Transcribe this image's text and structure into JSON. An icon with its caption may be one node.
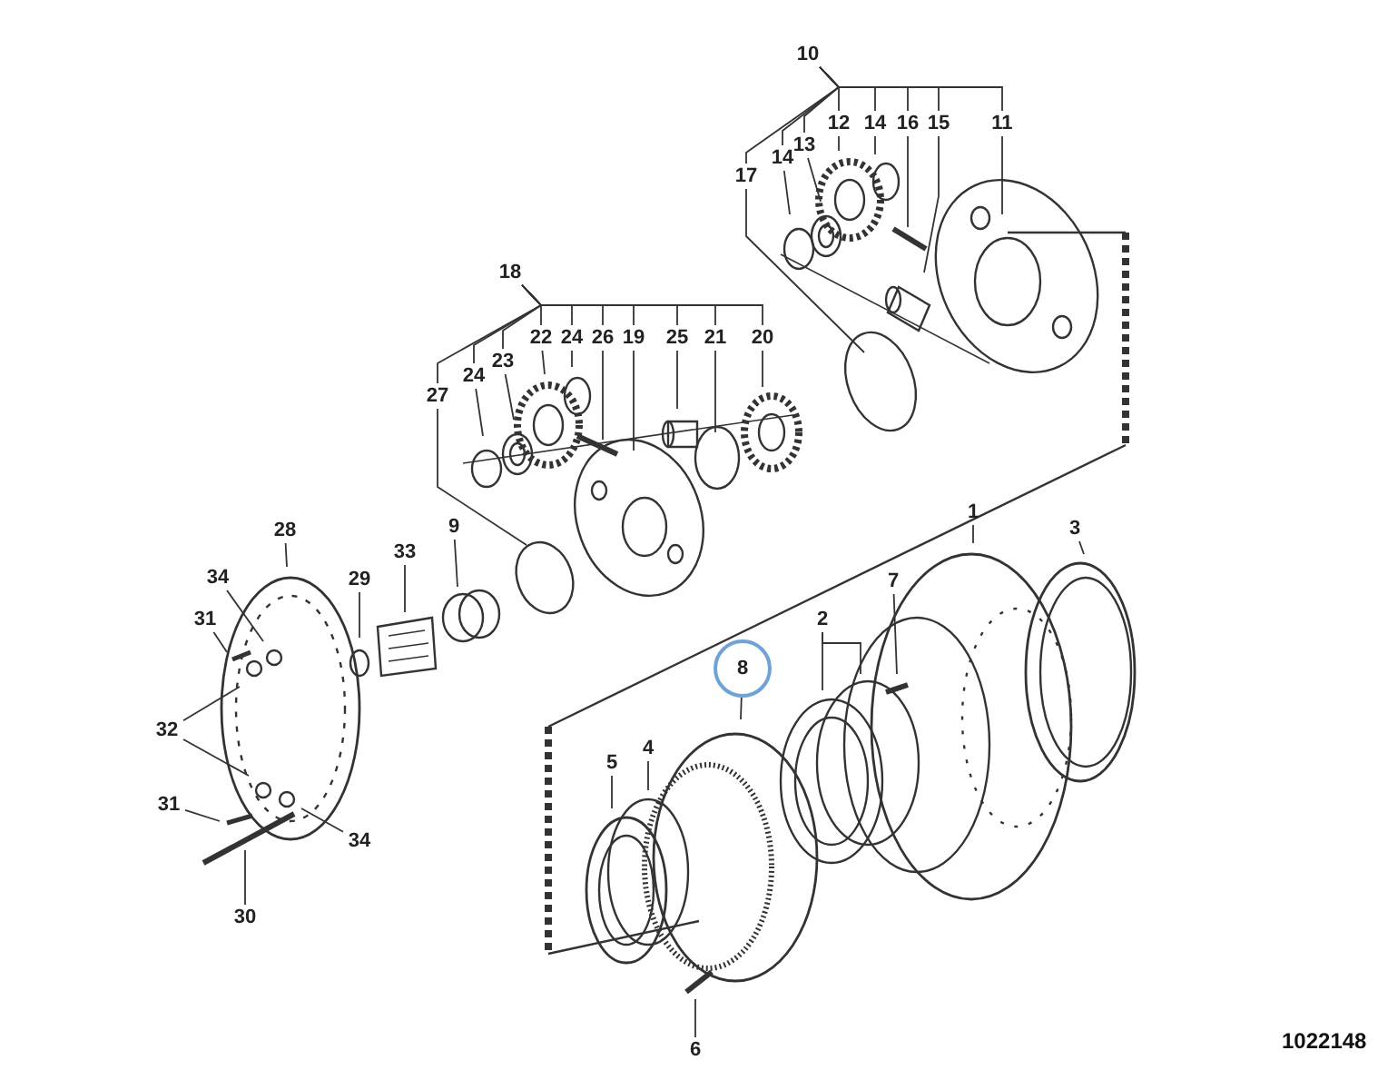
{
  "diagram": {
    "nodes": [
      {
        "text": [
          "10"
        ]
      },
      {
        "text": [
          "17"
        ]
      },
      {
        "text": [
          "14"
        ]
      },
      {
        "text": [
          "13"
        ]
      },
      {
        "text": [
          "12"
        ]
      },
      {
        "text": [
          "14"
        ]
      },
      {
        "text": [
          "16"
        ]
      },
      {
        "text": [
          "15"
        ]
      },
      {
        "text": [
          "11"
        ]
      },
      {
        "text": [
          "18"
        ]
      },
      {
        "text": [
          "27"
        ]
      },
      {
        "text": [
          "24"
        ]
      },
      {
        "text": [
          "23"
        ]
      },
      {
        "text": [
          "22"
        ]
      },
      {
        "text": [
          "24"
        ]
      },
      {
        "text": [
          "26"
        ]
      },
      {
        "text": [
          "19"
        ]
      },
      {
        "text": [
          "25"
        ]
      },
      {
        "text": [
          "21"
        ]
      },
      {
        "text": [
          "20"
        ]
      },
      {
        "text": [
          "9"
        ]
      },
      {
        "text": [
          "1"
        ]
      },
      {
        "text": [
          "3"
        ]
      },
      {
        "text": [
          "28"
        ]
      },
      {
        "text": [
          "29"
        ]
      },
      {
        "text": [
          "33"
        ]
      },
      {
        "text": [
          "34"
        ]
      },
      {
        "text": [
          "7"
        ]
      },
      {
        "text": [
          "31"
        ]
      },
      {
        "text": [
          "2"
        ]
      },
      {
        "text": [
          "8"
        ]
      },
      {
        "text": [
          "32"
        ]
      },
      {
        "text": [
          "5"
        ]
      },
      {
        "text": [
          "4"
        ]
      },
      {
        "text": [
          "31"
        ]
      },
      {
        "text": [
          "34"
        ]
      },
      {
        "text": [
          "30"
        ]
      },
      {
        "text": [
          "6"
        ]
      }
    ],
    "edges": [
      {
        "from": 0,
        "to": 1,
        "arrow": "none"
      },
      {
        "from": 0,
        "to": 2,
        "arrow": "none"
      },
      {
        "from": 0,
        "to": 3,
        "arrow": "none"
      },
      {
        "from": 0,
        "to": 4,
        "arrow": "none"
      },
      {
        "from": 0,
        "to": 5,
        "arrow": "none"
      },
      {
        "from": 0,
        "to": 6,
        "arrow": "none"
      },
      {
        "from": 0,
        "to": 7,
        "arrow": "none"
      },
      {
        "from": 0,
        "to": 8,
        "arrow": "none"
      },
      {
        "from": 9,
        "to": 10,
        "arrow": "none"
      },
      {
        "from": 9,
        "to": 11,
        "arrow": "none"
      },
      {
        "from": 9,
        "to": 12,
        "arrow": "none"
      },
      {
        "from": 9,
        "to": 13,
        "arrow": "none"
      },
      {
        "from": 9,
        "to": 14,
        "arrow": "none"
      },
      {
        "from": 9,
        "to": 15,
        "arrow": "none"
      },
      {
        "from": 9,
        "to": 16,
        "arrow": "none"
      },
      {
        "from": 9,
        "to": 17,
        "arrow": "none"
      },
      {
        "from": 9,
        "to": 18,
        "arrow": "none"
      },
      {
        "from": 9,
        "to": 19,
        "arrow": "none"
      },
      {
        "from": 1,
        "to": null,
        "arrow": "none"
      },
      {
        "from": 2,
        "to": null,
        "arrow": "none"
      },
      {
        "from": 3,
        "to": null,
        "arrow": "none"
      },
      {
        "from": 4,
        "to": null,
        "arrow": "none"
      },
      {
        "from": 5,
        "to": null,
        "arrow": "none"
      },
      {
        "from": 6,
        "to": null,
        "arrow": "none"
      },
      {
        "from": 7,
        "to": null,
        "arrow": "none"
      },
      {
        "from": 8,
        "to": null,
        "arrow": "none"
      },
      {
        "from": 10,
        "to": null,
        "arrow": "none"
      },
      {
        "from": 11,
        "to": null,
        "arrow": "none"
      },
      {
        "from": 12,
        "to": null,
        "arrow": "none"
      },
      {
        "from": 13,
        "to": null,
        "arrow": "none"
      },
      {
        "from": 14,
        "to": null,
        "arrow": "none"
      },
      {
        "from": 15,
        "to": null,
        "arrow": "none"
      },
      {
        "from": 16,
        "to": null,
        "arrow": "none"
      },
      {
        "from": 17,
        "to": null,
        "arrow": "none"
      },
      {
        "from": 18,
        "to": null,
        "arrow": "none"
      },
      {
        "from": 19,
        "to": null,
        "arrow": "none"
      },
      {
        "from": 20,
        "to": null,
        "arrow": "none"
      },
      {
        "from": 21,
        "to": null,
        "arrow": "none"
      },
      {
        "from": 22,
        "to": null,
        "arrow": "none"
      },
      {
        "from": 23,
        "to": null,
        "arrow": "none"
      },
      {
        "from": 24,
        "to": null,
        "arrow": "none"
      },
      {
        "from": 25,
        "to": null,
        "arrow": "none"
      },
      {
        "from": 26,
        "to": null,
        "arrow": "none"
      },
      {
        "from": 27,
        "to": null,
        "arrow": "none"
      },
      {
        "from": 28,
        "to": null,
        "arrow": "none"
      },
      {
        "from": 29,
        "to": null,
        "arrow": "none"
      },
      {
        "from": 29,
        "to": null,
        "arrow": "none"
      },
      {
        "from": 30,
        "to": null,
        "arrow": "none"
      },
      {
        "from": 31,
        "to": null,
        "arrow": "none"
      },
      {
        "from": 31,
        "to": null,
        "arrow": "none"
      },
      {
        "from": 32,
        "to": null,
        "arrow": "none"
      },
      {
        "from": 33,
        "to": null,
        "arrow": "none"
      },
      {
        "from": 34,
        "to": null,
        "arrow": "none"
      },
      {
        "from": 35,
        "to": null,
        "arrow": "none"
      },
      {
        "from": 36,
        "to": null,
        "arrow": "none"
      },
      {
        "from": 37,
        "to": null,
        "arrow": "none"
      }
    ],
    "labels": [
      "1022148"
    ]
  }
}
